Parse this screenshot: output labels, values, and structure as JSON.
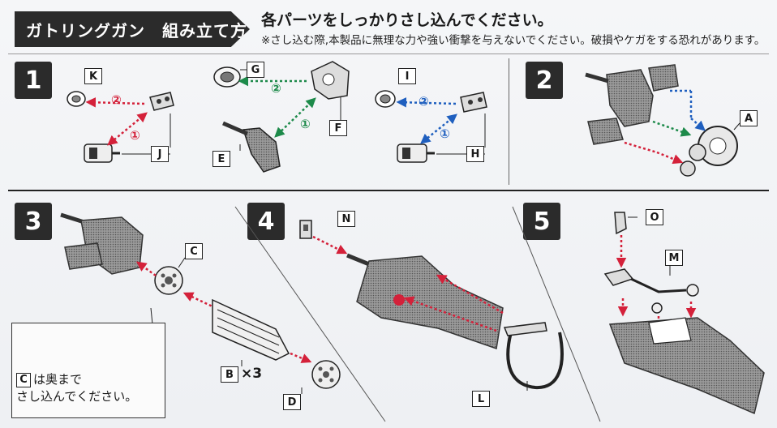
{
  "header": {
    "title": "ガトリングガン　組み立て方",
    "instruction": "各パーツをしっかりさし込んでください。",
    "caution": "※さし込む際,本製品に無理な力や強い衝撃を与えないでください。破損やケガをする恐れがあります。"
  },
  "steps": [
    "1",
    "2",
    "3",
    "4",
    "5"
  ],
  "order_marks": {
    "red_2": "②",
    "red_1": "①",
    "green_2": "②",
    "green_1": "①",
    "blue_2": "②",
    "blue_1": "①"
  },
  "parts": {
    "K": "K",
    "J": "J",
    "G": "G",
    "F": "F",
    "E": "E",
    "I": "I",
    "H": "H",
    "A": "A",
    "C": "C",
    "B": "B",
    "D": "D",
    "N": "N",
    "L": "L",
    "O": "O",
    "M": "M"
  },
  "multiplier": "×3",
  "callout": {
    "label": "C",
    "line1": "は奥まで",
    "line2": "さし込んでください。"
  },
  "colors": {
    "red": "#d4213a",
    "green": "#1d8a4a",
    "blue": "#1f5fbf",
    "dark": "#2b2b2b"
  }
}
